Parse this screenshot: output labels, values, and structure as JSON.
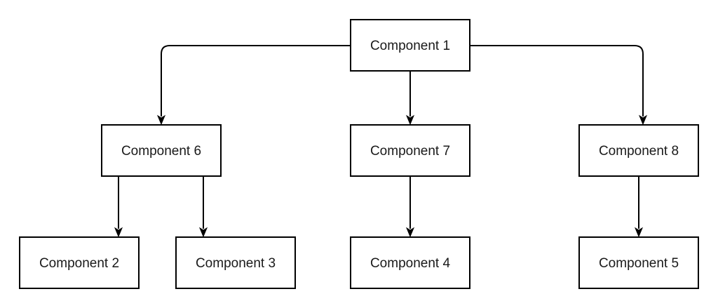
{
  "diagram": {
    "nodes": [
      {
        "id": "component-1",
        "label": "Component 1"
      },
      {
        "id": "component-6",
        "label": "Component 6"
      },
      {
        "id": "component-7",
        "label": "Component 7"
      },
      {
        "id": "component-8",
        "label": "Component 8"
      },
      {
        "id": "component-2",
        "label": "Component 2"
      },
      {
        "id": "component-3",
        "label": "Component 3"
      },
      {
        "id": "component-4",
        "label": "Component 4"
      },
      {
        "id": "component-5",
        "label": "Component 5"
      }
    ],
    "edges": [
      {
        "from": "component-1",
        "to": "component-6"
      },
      {
        "from": "component-1",
        "to": "component-7"
      },
      {
        "from": "component-1",
        "to": "component-8"
      },
      {
        "from": "component-6",
        "to": "component-2"
      },
      {
        "from": "component-6",
        "to": "component-3"
      },
      {
        "from": "component-7",
        "to": "component-4"
      },
      {
        "from": "component-8",
        "to": "component-5"
      }
    ],
    "colors": {
      "stroke": "#000000",
      "fill": "#ffffff",
      "text": "#1a1a1a"
    }
  }
}
